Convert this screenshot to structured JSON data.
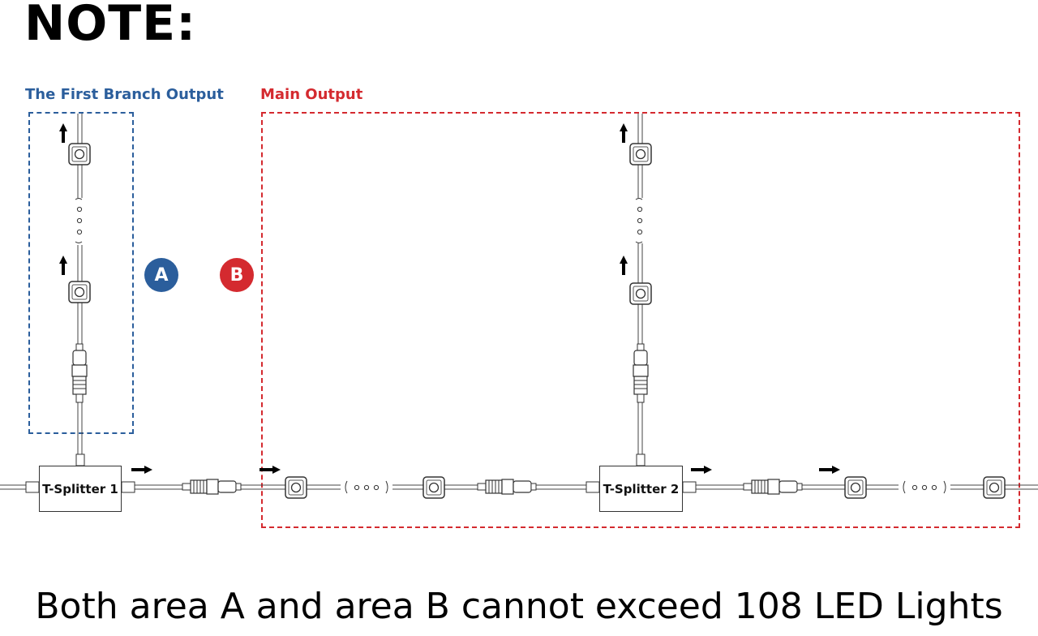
{
  "header": {
    "title": "NOTE:"
  },
  "zones": {
    "a": {
      "label": "The First Branch Output",
      "badge": "A",
      "color": "#2b5e9c"
    },
    "b": {
      "label": "Main Output",
      "badge": "B",
      "color": "#d42a2f"
    }
  },
  "splitters": [
    {
      "label": "T-Splitter 1"
    },
    {
      "label": "T-Splitter 2"
    }
  ],
  "footer": {
    "text": "Both area A and area B cannot exceed 108 LED Lights"
  },
  "icons": [
    "led-light-icon",
    "connector-icon",
    "arrow-icon",
    "ellipsis-icon"
  ]
}
